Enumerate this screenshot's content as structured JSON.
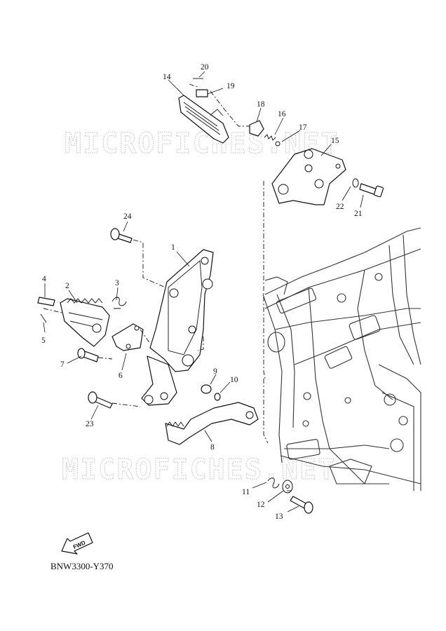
{
  "watermark": "MICROFICHES.NET",
  "fwd_label": "FWD",
  "diagram_code": "BNW3300-Y370",
  "callouts": [
    "1",
    "2",
    "3",
    "4",
    "5",
    "6",
    "7",
    "8",
    "9",
    "10",
    "11",
    "12",
    "13",
    "14",
    "15",
    "16",
    "17",
    "18",
    "19",
    "20",
    "21",
    "22",
    "23",
    "24"
  ]
}
